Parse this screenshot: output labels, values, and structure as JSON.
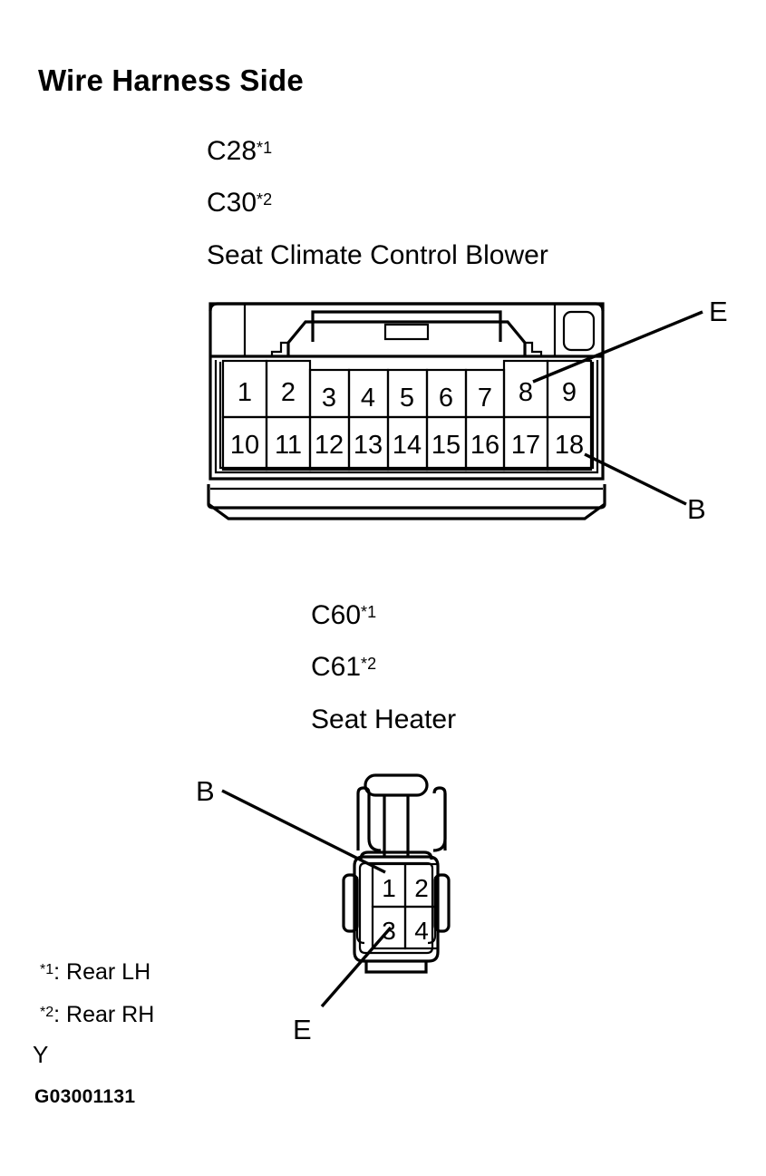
{
  "section": {
    "title": "Wire Harness Side"
  },
  "connectors": [
    {
      "id": "seat-climate-control-blower",
      "codes": [
        {
          "code": "C28",
          "footnote": "1"
        },
        {
          "code": "C30",
          "footnote": "2"
        }
      ],
      "name": "Seat Climate Control Blower",
      "pin_count": 18,
      "rows": [
        [
          "1",
          "2",
          "3",
          "4",
          "5",
          "6",
          "7",
          "8",
          "9"
        ],
        [
          "10",
          "11",
          "12",
          "13",
          "14",
          "15",
          "16",
          "17",
          "18"
        ]
      ],
      "callouts": [
        {
          "label": "E",
          "target_pin": "8"
        },
        {
          "label": "B",
          "target_pin": "18"
        }
      ]
    },
    {
      "id": "seat-heater",
      "codes": [
        {
          "code": "C60",
          "footnote": "1"
        },
        {
          "code": "C61",
          "footnote": "2"
        }
      ],
      "name": "Seat Heater",
      "pin_count": 4,
      "rows": [
        [
          "1",
          "2"
        ],
        [
          "3",
          "4"
        ]
      ],
      "callouts": [
        {
          "label": "B",
          "target_pin": "1"
        },
        {
          "label": "E",
          "target_pin": "3"
        }
      ]
    }
  ],
  "callout_labels": {
    "e_top": "E",
    "b_top": "B",
    "b_bottom": "B",
    "e_bottom": "E"
  },
  "footnotes": {
    "marker_1": "*",
    "note_1_sup": "1",
    "note_1_text": ": Rear LH",
    "note_2_sup": "2",
    "note_2_text": ": Rear RH",
    "extra": "Y"
  },
  "figure": {
    "id": "G03001131"
  },
  "colors": {
    "line": "#000000",
    "background": "#ffffff"
  }
}
